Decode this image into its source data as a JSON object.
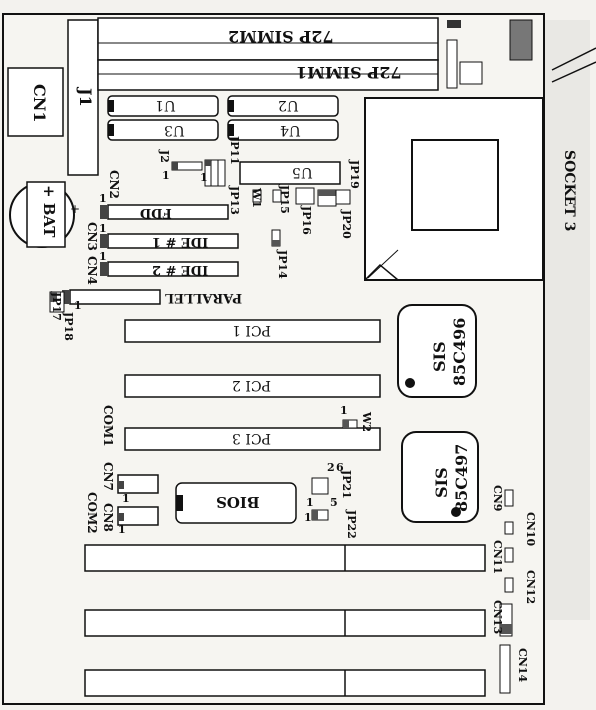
{
  "board": {
    "connectors": {
      "cn1": "CN1",
      "j1": "J1",
      "bat": "+ BAT",
      "bat_plus": "+",
      "cn2": "CN2",
      "cn3": "CN3",
      "cn4": "CN4",
      "cn7": "CN7",
      "com1": "COM1",
      "cn8": "CN8",
      "com2": "COM2",
      "cn9": "CN9",
      "cn10": "CN10",
      "cn11": "CN11",
      "cn12": "CN12",
      "cn13": "CN13",
      "cn14": "CN14",
      "fdd": "FDD",
      "ide1": "IDE # 1",
      "ide2": "IDE # 2",
      "parallel": "PARALLEL",
      "bios": "BIOS"
    },
    "memory": {
      "simm2": "72P SIMM2",
      "simm1": "72P SIMM1",
      "u1": "U1",
      "u2": "U2",
      "u3": "U3",
      "u4": "U4",
      "u5": "U5"
    },
    "slots": {
      "pci1": "PCI 1",
      "pci2": "PCI 2",
      "pci3": "PCI 3"
    },
    "chips": {
      "socket": "SOCKET 3",
      "sis496_a": "SIS",
      "sis496_b": "85C496",
      "sis497_a": "SIS",
      "sis497_b": "85C497"
    },
    "jumpers": {
      "j2": "J2",
      "jp11": "JP11",
      "jp13": "JP13",
      "jp15": "JP15",
      "w1": "W1",
      "jp16": "JP16",
      "jp19": "JP19",
      "jp20": "JP20",
      "jp14": "JP14",
      "jp17": "JP17",
      "jp18": "JP18",
      "w2": "W2",
      "jp21": "JP21",
      "jp22": "JP22"
    },
    "pins": {
      "one": "1",
      "two": "2",
      "five": "5",
      "six": "6"
    }
  }
}
